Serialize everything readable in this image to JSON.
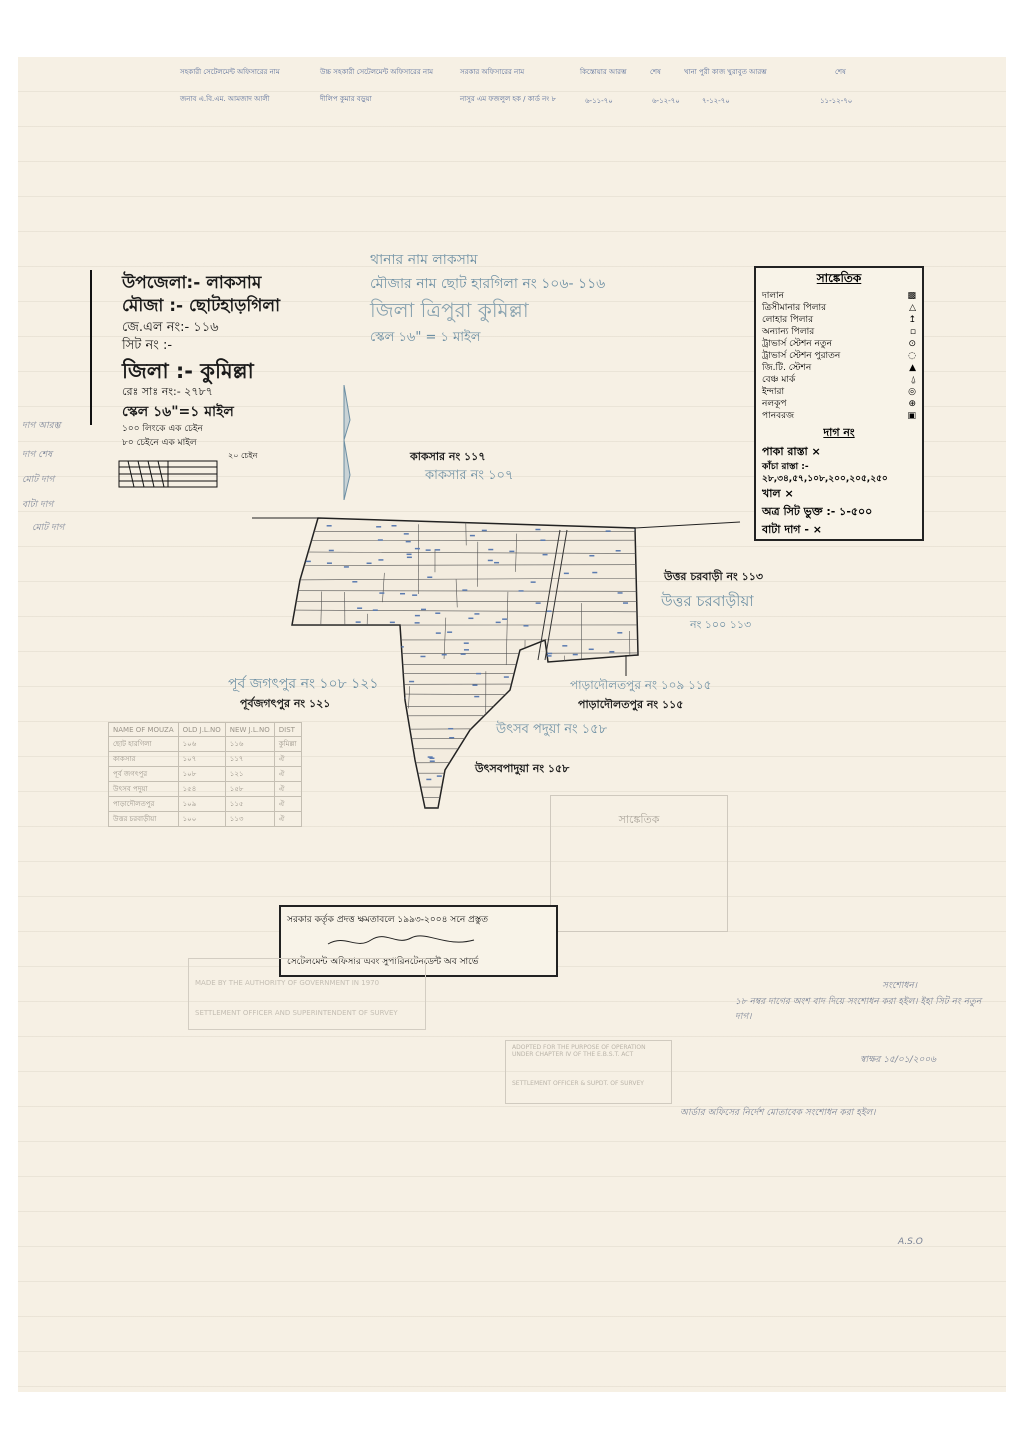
{
  "header_table": {
    "columns": [
      "সহকারী সেটেলমেন্ট অফিসারের নাম",
      "উচ্চ সহকারী সেটেলমেন্ট অফিসারের নাম",
      "সরকার অফিসারের নাম",
      "কিস্তোয়ার আরম্ভ",
      "শেষ",
      "খানা পুরী কাজ খুরাবুত আরম্ভ",
      "শেষ"
    ],
    "values": [
      "জনাব এ.বি.এম. আমজাদ আলী",
      "দীলিপ কুমার বড়ুয়া",
      "নাসুর এম ফজলুল হক / কার্ড নং ৮",
      "৬-১১-৭০",
      "৬-১২-৭০",
      "৭-১২-৭০",
      "১১-১২-৭০"
    ]
  },
  "title_block": {
    "upazila": "উপজেলা:- লাকসাম",
    "mouza": "মৌজা :- ছোটহাড়গিলা",
    "jl_no": "জে.এল নং:- ১১৬",
    "sheet_no": "সিট নং :-",
    "district": "জিলা :- কুমিল্লা",
    "rs_no": "রেঃ সাঃ নং:- ২৭৮৭",
    "scale": "স্কেল ১৬\"=১ মাইল",
    "chain1": "১০০ লিংকে এক চেইন",
    "chain2": "৮০ চেইনে এক মাইল",
    "scale_bar_label": "২০ চেইন"
  },
  "old_title": {
    "thana": "থানার নাম লাকসাম",
    "mouza": "মৌজার নাম ছোট হারগিলা নং ১০৬- ১১৬",
    "district": "জিলা ত্রিপুরা কুমিল্লা",
    "scale": "স্কেল ১৬\" = ১ মাইল"
  },
  "left_margin": [
    "দাগ আরম্ভ",
    "দাগ শেষ",
    "মোট দাগ",
    "বাটা দাগ",
    "মোট দাগ"
  ],
  "legend": {
    "title": "সাঙ্কেতিক",
    "items": [
      {
        "label": "দালান",
        "symbol": "▩"
      },
      {
        "label": "ত্রিসীমানার পিলার",
        "symbol": "△"
      },
      {
        "label": "লোহার পিলার",
        "symbol": "↥"
      },
      {
        "label": "অন্যান্য পিলার",
        "symbol": "▫"
      },
      {
        "label": "ট্রাভার্স স্টেশন নতুন",
        "symbol": "⊙"
      },
      {
        "label": "ট্রাভার্স স্টেশন পুরাতন",
        "symbol": "◌"
      },
      {
        "label": "জি.টি. স্টেশন",
        "symbol": "▲"
      },
      {
        "label": "বেঞ্চ মার্ক",
        "symbol": "⍙"
      },
      {
        "label": "ইন্দারা",
        "symbol": "◎"
      },
      {
        "label": "নলকূপ",
        "symbol": "⊕"
      },
      {
        "label": "পানবরজ",
        "symbol": "▣"
      }
    ],
    "dag_title": "দাগ নং",
    "dag_items": [
      "পাকা রাস্তা ×",
      "কাঁচা রাস্তা :- ২৮,৩৪,৫৭,১০৮,২০০,২০৫,২৫০",
      "খাল ×",
      "অত্র সিট ভুক্ত :- ১-৫০০",
      "বাটা দাগ - ×"
    ]
  },
  "boundaries": [
    {
      "label": "কাকসার নং ১১৭",
      "style": "ink"
    },
    {
      "label": "কাকসার নং ১০৭",
      "style": "blue"
    },
    {
      "label": "উত্তর চরবাড়ী নং ১১৩",
      "style": "ink"
    },
    {
      "label": "উত্তর চরবাড়ীয়া",
      "style": "blue"
    },
    {
      "label": "নং ১০০ ১১৩",
      "style": "blue"
    },
    {
      "label": "পূর্ব জগৎপুর নং ১০৮ ১২১",
      "style": "blue"
    },
    {
      "label": "পূর্বজগৎপুর নং ১২১",
      "style": "ink"
    },
    {
      "label": "পাড়াদৌলতপুর নং ১০৯ ১১৫",
      "style": "blue"
    },
    {
      "label": "পাড়াদৌলতপুর নং ১১৫",
      "style": "ink"
    },
    {
      "label": "উৎসব পদুয়া নং ১৫৮",
      "style": "blue"
    },
    {
      "label": "উৎসবপাদুয়া নং ১৫৮",
      "style": "ink"
    }
  ],
  "index_table": {
    "headers": [
      "NAME OF MOUZA",
      "OLD J.L.NO",
      "NEW J.L.NO",
      "DIST"
    ],
    "rows": [
      [
        "ছোট হারগিলা",
        "১০৬",
        "১১৬",
        "কুমিল্লা"
      ],
      [
        "কাকসার",
        "১০৭",
        "১১৭",
        "ঐ"
      ],
      [
        "পূর্ব জগৎপুর",
        "১০৮",
        "১২১",
        "ঐ"
      ],
      [
        "উৎসব পদুয়া",
        "১৫৪",
        "১৫৮",
        "ঐ"
      ],
      [
        "পাড়াদৌলতপুর",
        "১০৯",
        "১১৫",
        "ঐ"
      ],
      [
        "উত্তর চরবাড়ীয়া",
        "১০০",
        "১১৩",
        "ঐ"
      ]
    ]
  },
  "stamp": {
    "line1": "সরকার কর্তৃক প্রদত্ত ক্ষমতাবলে ১৯৯৩-২০০৪ সনে প্রস্তুত",
    "line2": "সেটেলমেন্ট অফিসার এবং সুপারিনটেনডেন্ট অব সার্ভে"
  },
  "ghost_stamp": {
    "line1": "MADE BY THE AUTHORITY OF GOVERNMENT IN 1970",
    "line2": "SETTLEMENT OFFICER AND SUPERINTENDENT OF SURVEY"
  },
  "adopted_stamp": {
    "line1": "ADOPTED FOR THE PURPOSE OF OPERATION",
    "line2": "UNDER CHAPTER IV OF THE E.B.S.T. ACT",
    "line3": "SETTLEMENT OFFICER & SUPDT. OF SURVEY"
  },
  "old_legend_title": "সাঙ্কেতিক",
  "notes": [
    "সংশোধন।",
    "১৮ নম্বর দাগের অংশ বাদ দিয়ে সংশোধন করা হইল। ইহা সিট নং নতুন দাগ।",
    "স্বাক্ষর ১৫/০১/২০০৬",
    "আর্ডার অফিসের নির্দেশ মোতাবেক সংশোধন করা হইল।"
  ],
  "signature_initials": "A.S.O",
  "colors": {
    "paper": "#f6f0e4",
    "ink": "#1a1a1a",
    "old_ink": "#6d8fa3",
    "pencil": "#7a8396"
  }
}
